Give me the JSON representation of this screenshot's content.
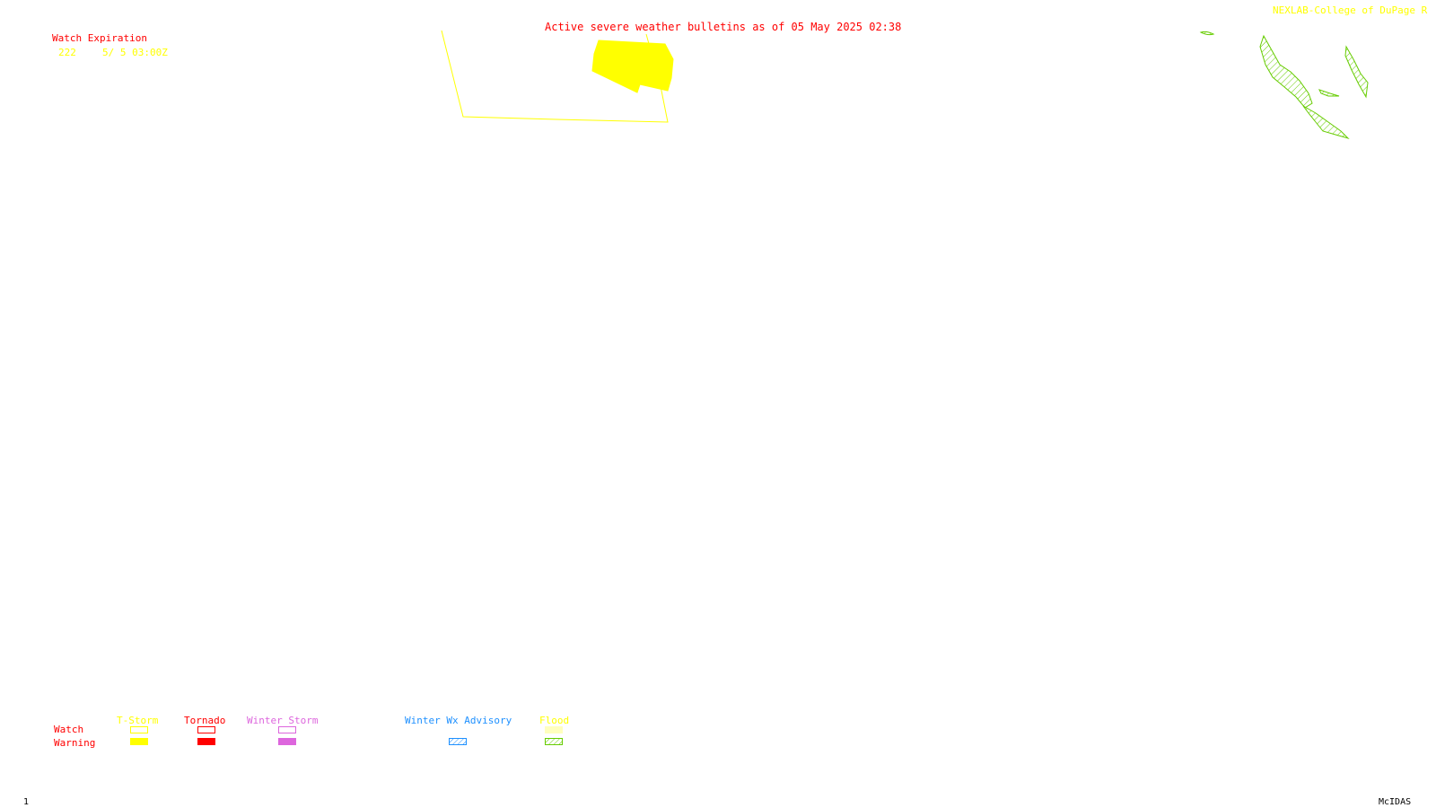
{
  "header": {
    "title": "Active severe weather bulletins as of 05 May 2025 02:38",
    "credit": "NEXLAB-College of DuPage R"
  },
  "watch_table": {
    "heading": "Watch Expiration",
    "rows": [
      {
        "watch_number": "222",
        "expiration": "5/ 5 03:00Z"
      }
    ]
  },
  "legend": {
    "row_labels": {
      "watch": "Watch",
      "warning": "Warning"
    },
    "categories": [
      {
        "key": "tstorm",
        "label": "T-Storm",
        "color": "#ffff00",
        "watch_style": "outline",
        "warning_style": "solid"
      },
      {
        "key": "tornado",
        "label": "Tornado",
        "color": "#ff0000",
        "watch_style": "outline",
        "warning_style": "solid"
      },
      {
        "key": "winter_storm",
        "label": "Winter Storm",
        "color": "#dd66dd",
        "watch_style": "outline",
        "warning_style": "solid"
      },
      {
        "key": "winter_wx_advisory",
        "label": "Winter Wx Advisory",
        "color": "#1e90ff",
        "watch_style": "none",
        "warning_style": "hatched"
      },
      {
        "key": "flood",
        "label": "Flood",
        "color": "#66cc00",
        "watch_style": "hatched",
        "warning_style": "hatched"
      }
    ]
  },
  "footer": {
    "frame_number": "1",
    "software": "McIDAS"
  },
  "colors": {
    "background": "#ffffff",
    "title": "#ff0000",
    "credit": "#ffff00",
    "watch_outline": "#ffff00",
    "tstorm_warning": "#ffff00",
    "flood_warning": "#66cc00"
  },
  "map_features": [
    {
      "type": "tstorm-watch-outline",
      "watch_number": "222"
    },
    {
      "type": "tstorm-warning-polygon"
    },
    {
      "type": "flood-warning-polygon",
      "count": 5
    }
  ]
}
